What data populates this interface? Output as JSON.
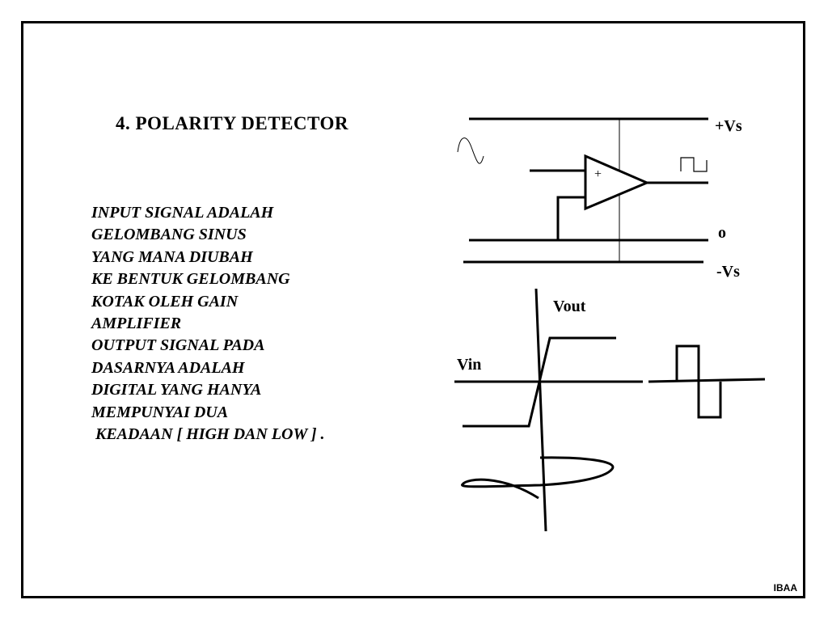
{
  "slide": {
    "title": "4.  POLARITY  DETECTOR",
    "description_lines": [
      "INPUT  SIGNAL  ADALAH",
      "GELOMBANG  SINUS",
      "YANG  MANA  DIUBAH",
      "KE BENTUK  GELOMBANG",
      "KOTAK  OLEH  GAIN",
      "AMPLIFIER",
      "OUTPUT  SIGNAL  PADA",
      "DASARNYA  ADALAH",
      "DIGITAL  YANG  HANYA",
      "MEMPUNYAI  DUA",
      "KEADAAN [ HIGH  DAN  LOW ] ."
    ],
    "footer": "IBAA"
  },
  "circuit": {
    "positive_supply_label": "+Vs",
    "ground_label": "o",
    "negative_supply_label": "-Vs",
    "opamp_input_sign": "+",
    "input_waveform_icon": "sine-wave-icon",
    "output_waveform_icon": "square-wave-icon"
  },
  "transfer_graph": {
    "y_axis_label": "Vout",
    "x_axis_label": "Vin"
  }
}
